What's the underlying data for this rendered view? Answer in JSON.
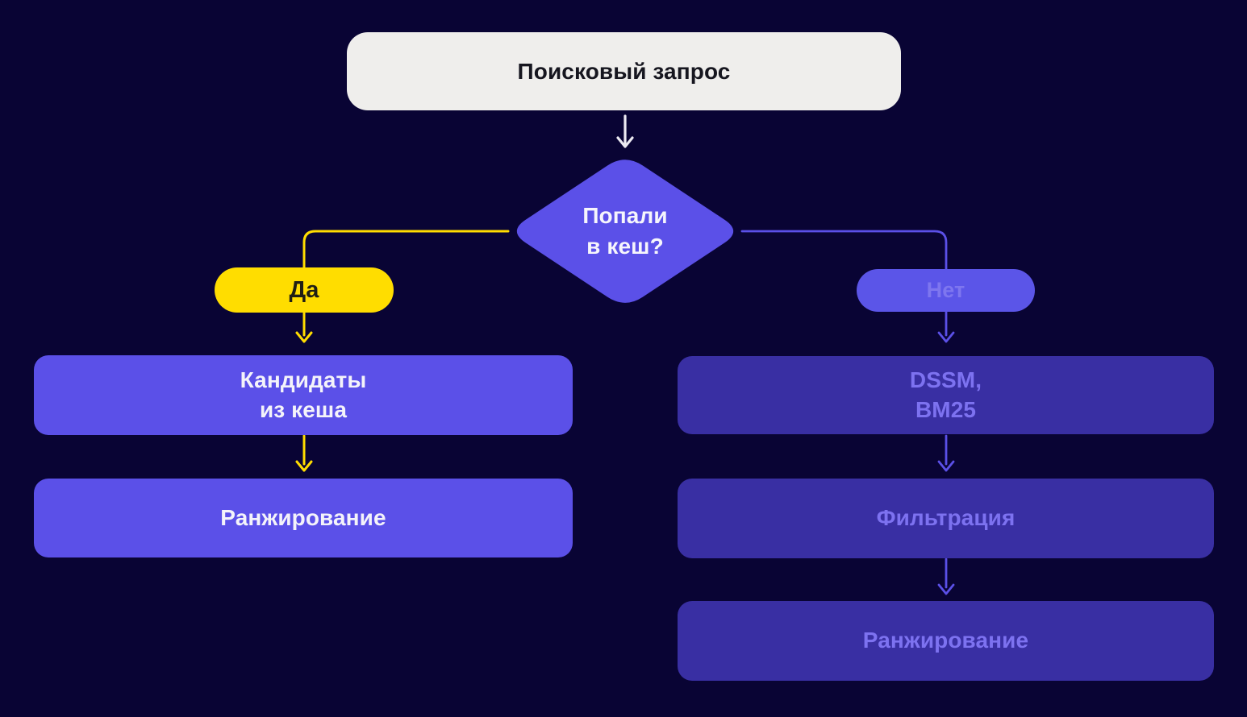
{
  "diagram": {
    "title": "Search query cache decision flowchart",
    "colors": {
      "background": "#090434",
      "primary_purple": "#5b50e8",
      "dark_purple": "#392fa3",
      "light_purple_text": "#7d72f0",
      "yellow": "#ffdd00",
      "query_box_bg": "#efeeec",
      "query_box_text": "#16161f",
      "white_arrow": "#eceaf2"
    },
    "nodes": {
      "query": {
        "label": "Поисковый запрос"
      },
      "decision": {
        "label": "Попали\nв кеш?"
      },
      "yes": {
        "label": "Да"
      },
      "no": {
        "label": "Нет"
      },
      "cache_candidates": {
        "label": "Кандидаты\nиз кеша"
      },
      "ranking_left": {
        "label": "Ранжирование"
      },
      "dssm": {
        "label": "DSSM,\nBM25"
      },
      "filtering": {
        "label": "Фильтрация"
      },
      "ranking_right": {
        "label": "Ранжирование"
      }
    }
  }
}
